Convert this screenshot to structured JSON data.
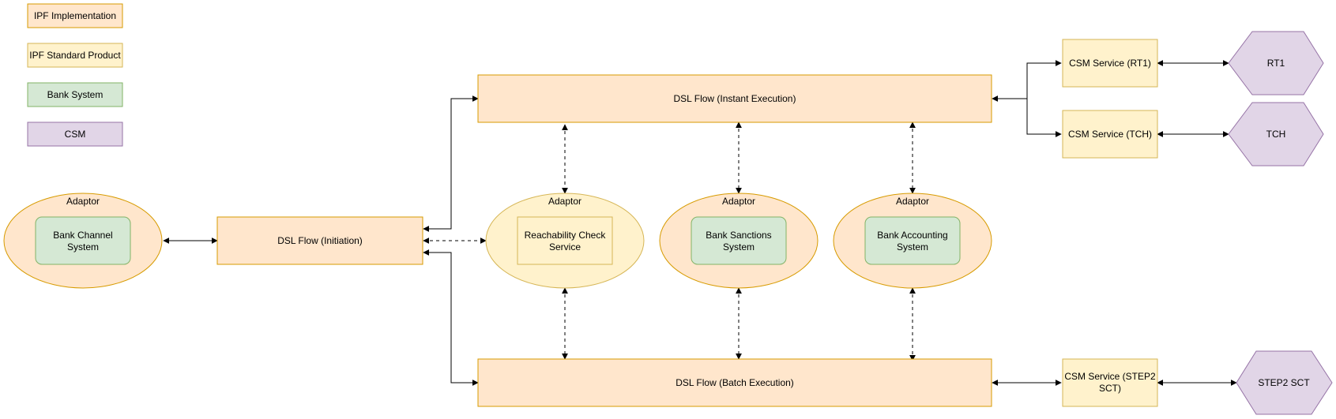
{
  "colors": {
    "ipf_implementation": {
      "fill": "#ffe6cc",
      "stroke": "#d79b00"
    },
    "ipf_standard_product": {
      "fill": "#fff2cc",
      "stroke": "#d6b656"
    },
    "bank_system": {
      "fill": "#d5e8d4",
      "stroke": "#82b366"
    },
    "csm": {
      "fill": "#e1d5e7",
      "stroke": "#9673a6"
    }
  },
  "legend": [
    {
      "label": "IPF Implementation",
      "kind": "ipf_implementation"
    },
    {
      "label": "IPF Standard Product",
      "kind": "ipf_standard_product"
    },
    {
      "label": "Bank System",
      "kind": "bank_system"
    },
    {
      "label": "CSM",
      "kind": "csm"
    }
  ],
  "adaptor_label": "Adaptor",
  "nodes": {
    "bank_channel": {
      "lines": [
        "Bank Channel",
        "System"
      ],
      "kind": "bank_system"
    },
    "dsl_initiation": {
      "lines": [
        "DSL Flow (Initiation)"
      ],
      "kind": "ipf_implementation"
    },
    "dsl_instant": {
      "lines": [
        "DSL Flow (Instant Execution)"
      ],
      "kind": "ipf_implementation"
    },
    "dsl_batch": {
      "lines": [
        "DSL Flow (Batch Execution)"
      ],
      "kind": "ipf_implementation"
    },
    "reachability": {
      "lines": [
        "Reachability Check",
        "Service"
      ],
      "kind": "ipf_standard_product"
    },
    "sanctions": {
      "lines": [
        "Bank Sanctions",
        "System"
      ],
      "kind": "bank_system"
    },
    "accounting": {
      "lines": [
        "Bank Accounting",
        "System"
      ],
      "kind": "bank_system"
    },
    "csm_rt1": {
      "lines": [
        "CSM Service (RT1)"
      ],
      "kind": "ipf_standard_product"
    },
    "csm_tch": {
      "lines": [
        "CSM Service (TCH)"
      ],
      "kind": "ipf_standard_product"
    },
    "csm_step2": {
      "lines": [
        "CSM Service (STEP2",
        "SCT)"
      ],
      "kind": "ipf_standard_product"
    },
    "rt1": {
      "lines": [
        "RT1"
      ],
      "kind": "csm"
    },
    "tch": {
      "lines": [
        "TCH"
      ],
      "kind": "csm"
    },
    "step2": {
      "lines": [
        "STEP2 SCT"
      ],
      "kind": "csm"
    }
  }
}
